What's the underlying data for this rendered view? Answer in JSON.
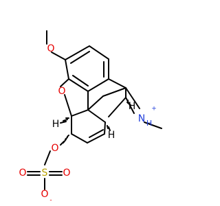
{
  "molecule": {
    "atoms": {
      "o_methoxy": "O",
      "o_ether": "O",
      "o_sulfate_link": "O",
      "s_atom": "S",
      "o_sulfate_double_1": "O",
      "o_sulfate_double_2": "O",
      "o_sulfate_anion": "O",
      "n_ammonium": "N",
      "h_on_n": "H",
      "plus_charge": "+",
      "minus_charge": "-",
      "h_stereo_1": "H",
      "h_stereo_2": "H",
      "h_stereo_3": "H"
    },
    "colors": {
      "oxygen": "#e60000",
      "nitrogen": "#1f3ddb",
      "sulfur": "#b8a000",
      "carbon": "#000000"
    }
  }
}
